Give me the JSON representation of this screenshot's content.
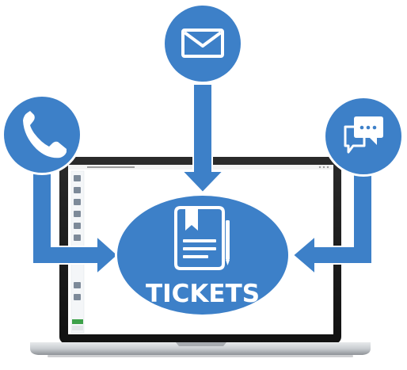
{
  "hub": {
    "label": "TICKETS",
    "icon": "ticket-document-icon"
  },
  "channels": [
    {
      "name": "email",
      "icon": "envelope-icon"
    },
    {
      "name": "phone",
      "icon": "phone-icon"
    },
    {
      "name": "chat",
      "icon": "chat-bubbles-icon"
    }
  ],
  "colors": {
    "primary": "#3d80c8",
    "screen_frame": "#1d1d1d",
    "laptop_base": "#cfd3d7"
  }
}
